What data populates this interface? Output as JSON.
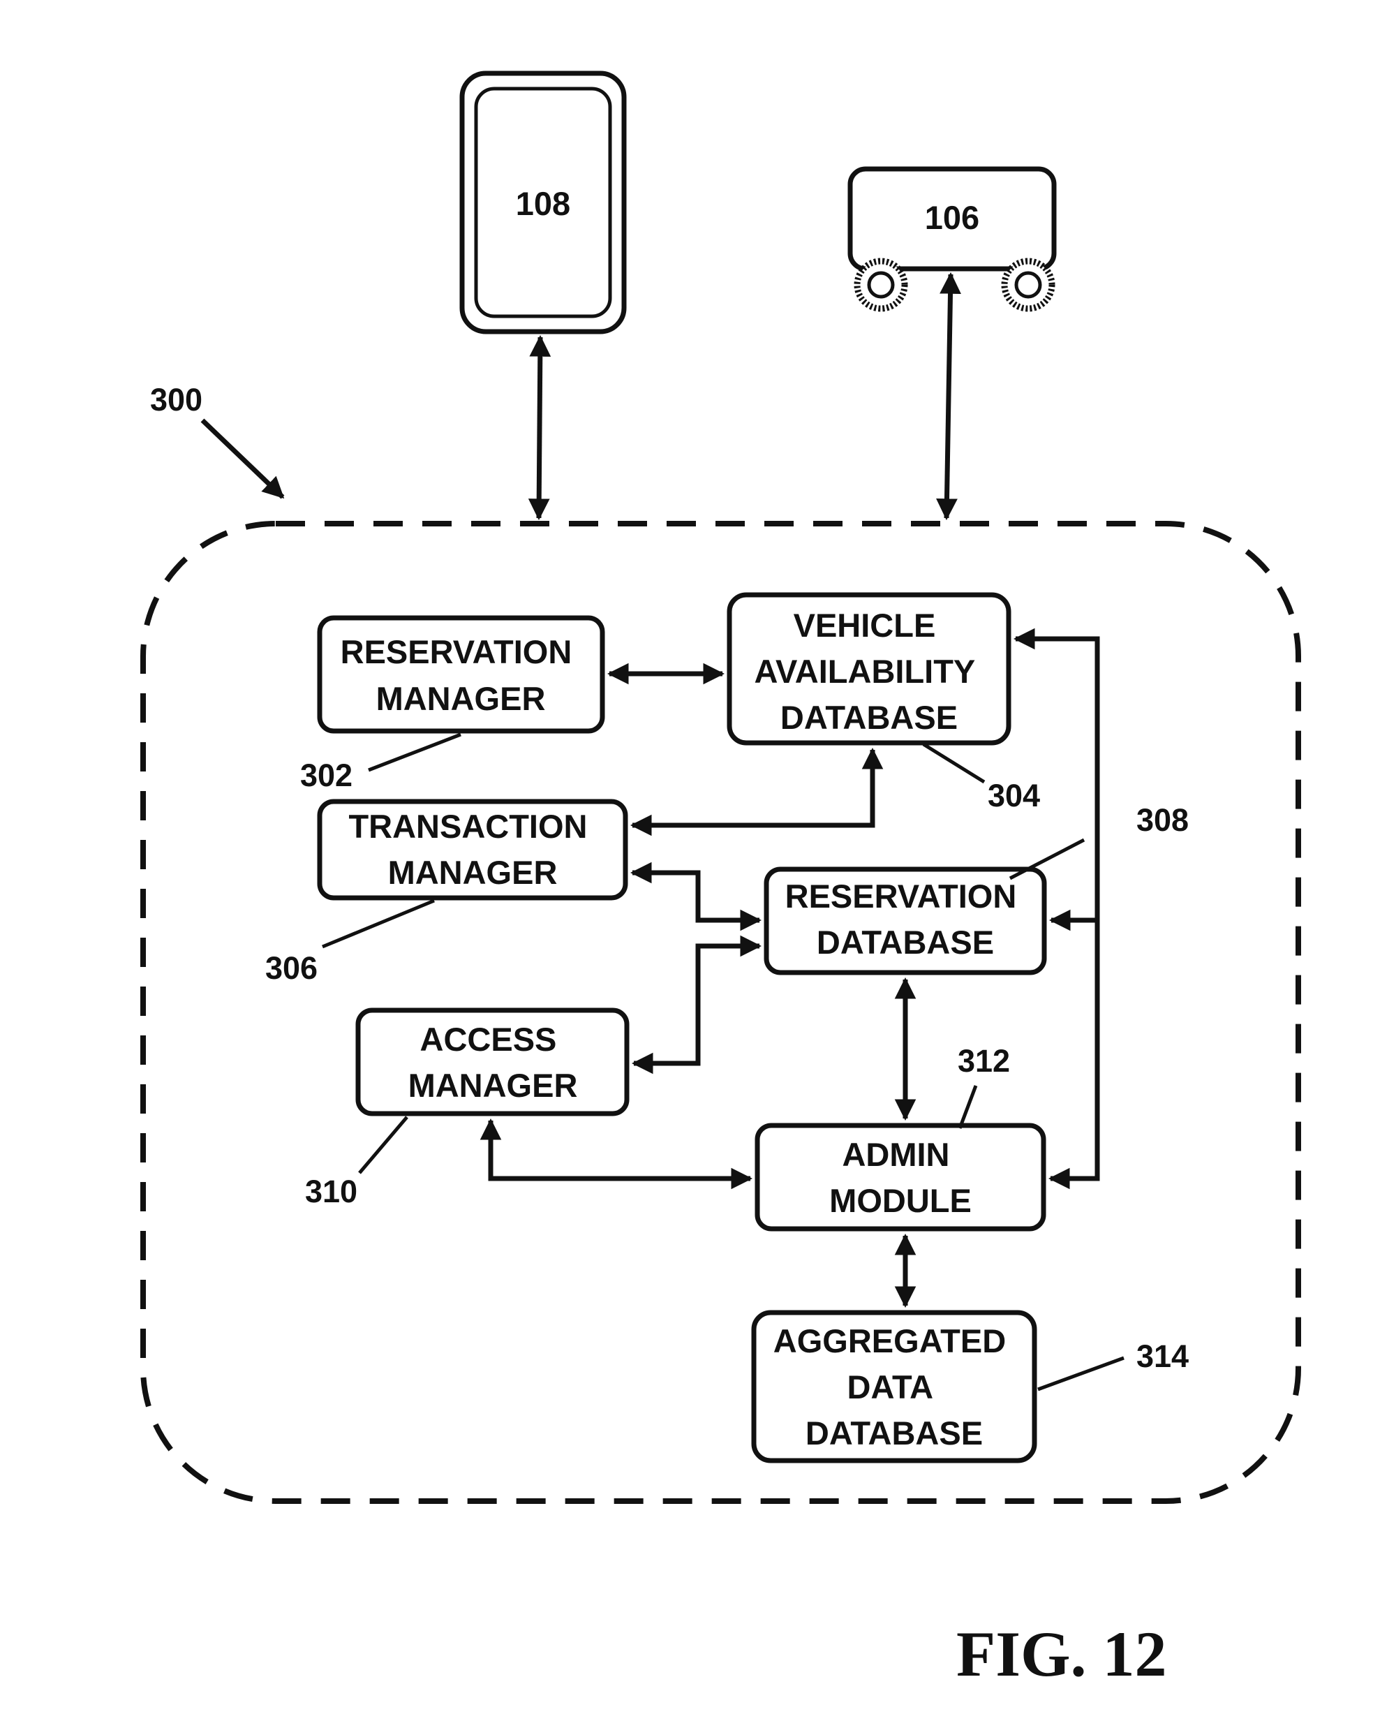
{
  "figure_label": "FIG. 12",
  "external": {
    "phone": {
      "ref": "108"
    },
    "vehicle": {
      "ref": "106"
    }
  },
  "system": {
    "ref": "300"
  },
  "modules": {
    "reservation_manager": {
      "lines": [
        "RESERVATION",
        "MANAGER"
      ],
      "ref": "302"
    },
    "vehicle_availability_db": {
      "lines": [
        "VEHICLE",
        "AVAILABILITY",
        "DATABASE"
      ],
      "ref": "304"
    },
    "transaction_manager": {
      "lines": [
        "TRANSACTION",
        "MANAGER"
      ],
      "ref": "306"
    },
    "reservation_db": {
      "lines": [
        "RESERVATION",
        "DATABASE"
      ],
      "ref": "308"
    },
    "access_manager": {
      "lines": [
        "ACCESS",
        "MANAGER"
      ],
      "ref": "310"
    },
    "admin_module": {
      "lines": [
        "ADMIN",
        "MODULE"
      ],
      "ref": "312"
    },
    "aggregated_data_db": {
      "lines": [
        "AGGREGATED",
        "DATA",
        "DATABASE"
      ],
      "ref": "314"
    }
  }
}
